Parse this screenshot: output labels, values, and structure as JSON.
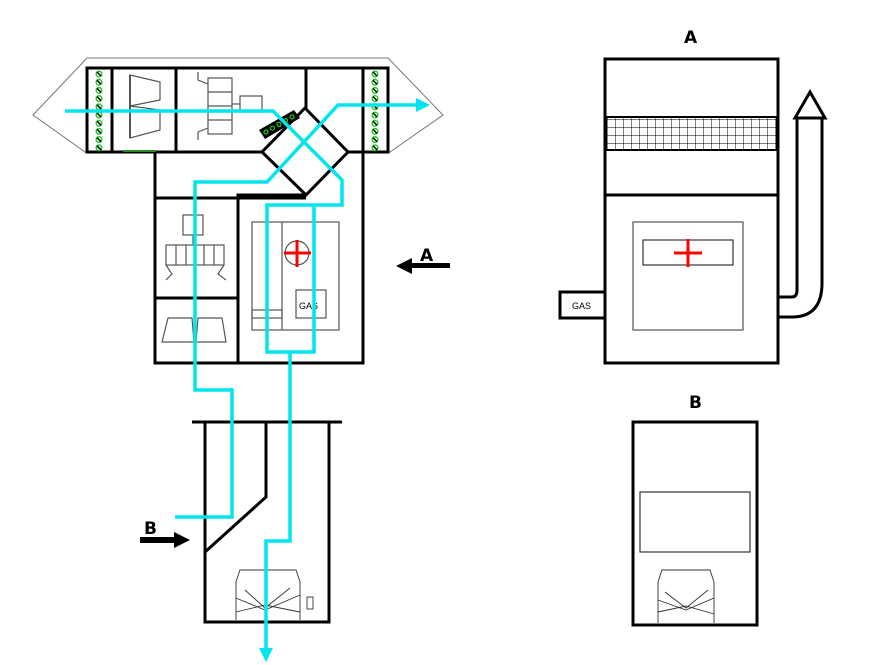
{
  "labels": {
    "view_a_arrow": "A",
    "view_b_arrow": "B",
    "view_a_title": "A",
    "view_b_title": "B",
    "gas_main": "GAS",
    "gas_side": "GAS"
  },
  "colors": {
    "airflow": "#00e5ee",
    "burner": "#ff0000",
    "filter": "#22cc22",
    "line": "#000000"
  }
}
